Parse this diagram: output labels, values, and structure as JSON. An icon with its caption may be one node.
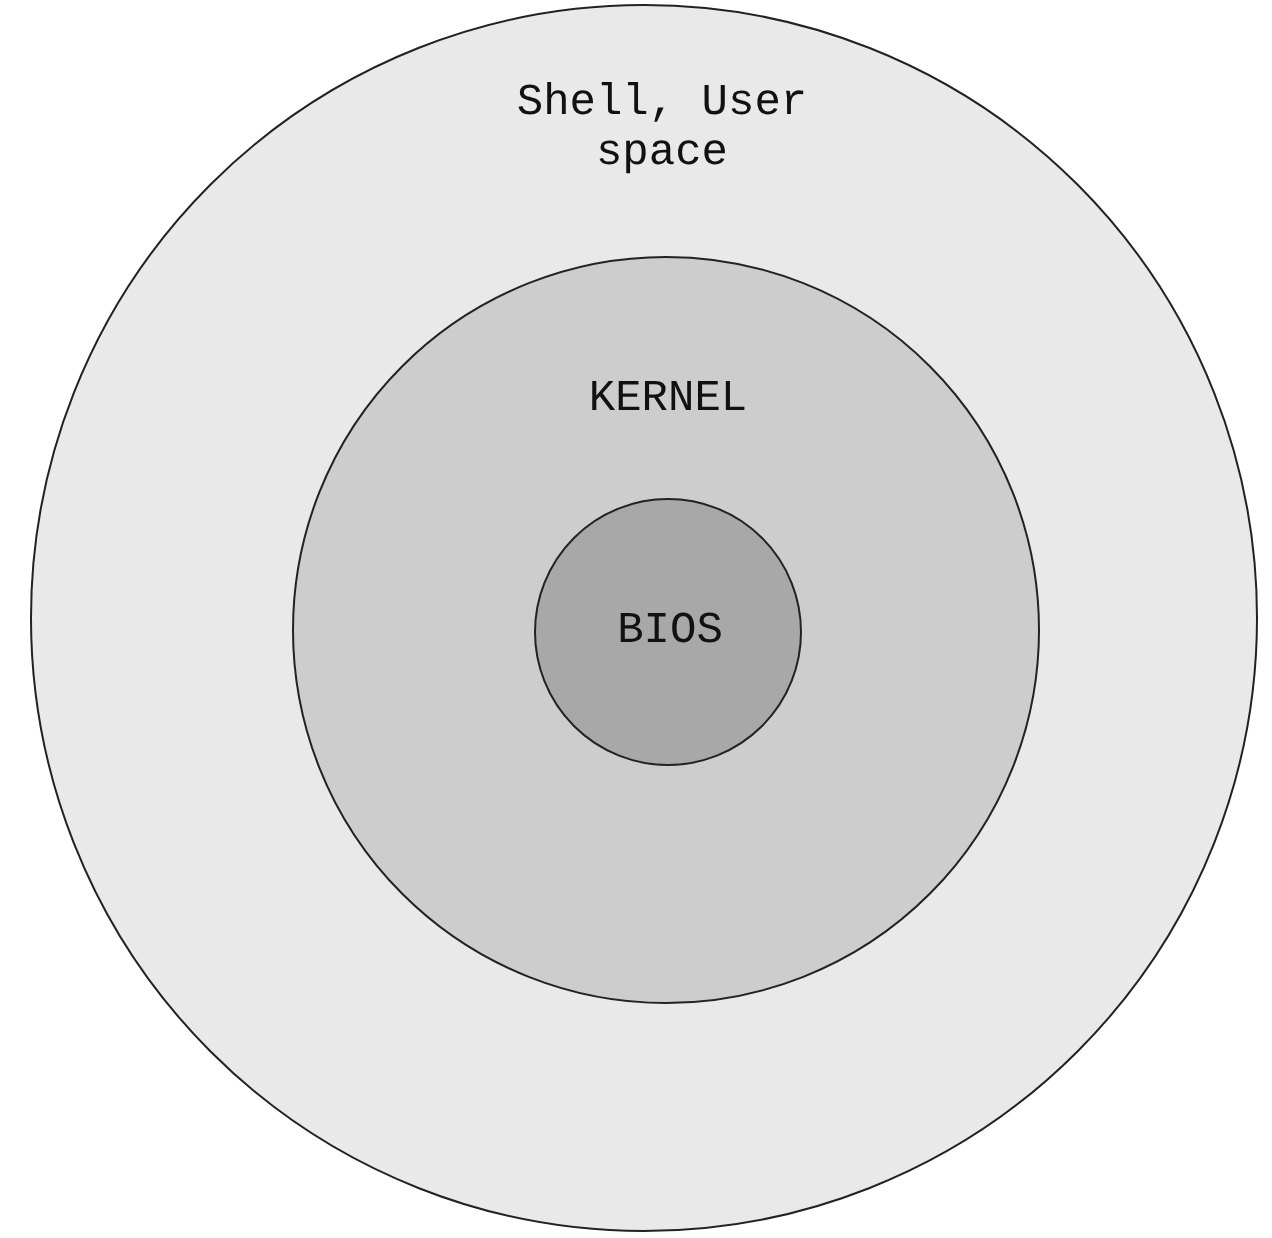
{
  "diagram": {
    "nodes": [
      {
        "text": [
          "Shell, User space"
        ]
      },
      {
        "text": [
          "KERNEL"
        ],
        "in": 0
      },
      {
        "text": [
          "BIOS"
        ],
        "in": 1
      }
    ]
  }
}
